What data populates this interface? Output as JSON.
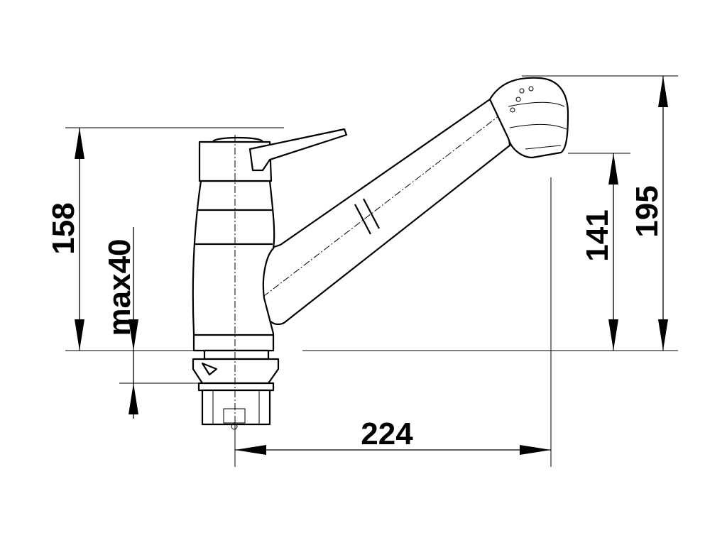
{
  "dimensions": {
    "height_158": "158",
    "max_40": "max40",
    "height_141": "141",
    "height_195": "195",
    "reach_224": "224"
  }
}
